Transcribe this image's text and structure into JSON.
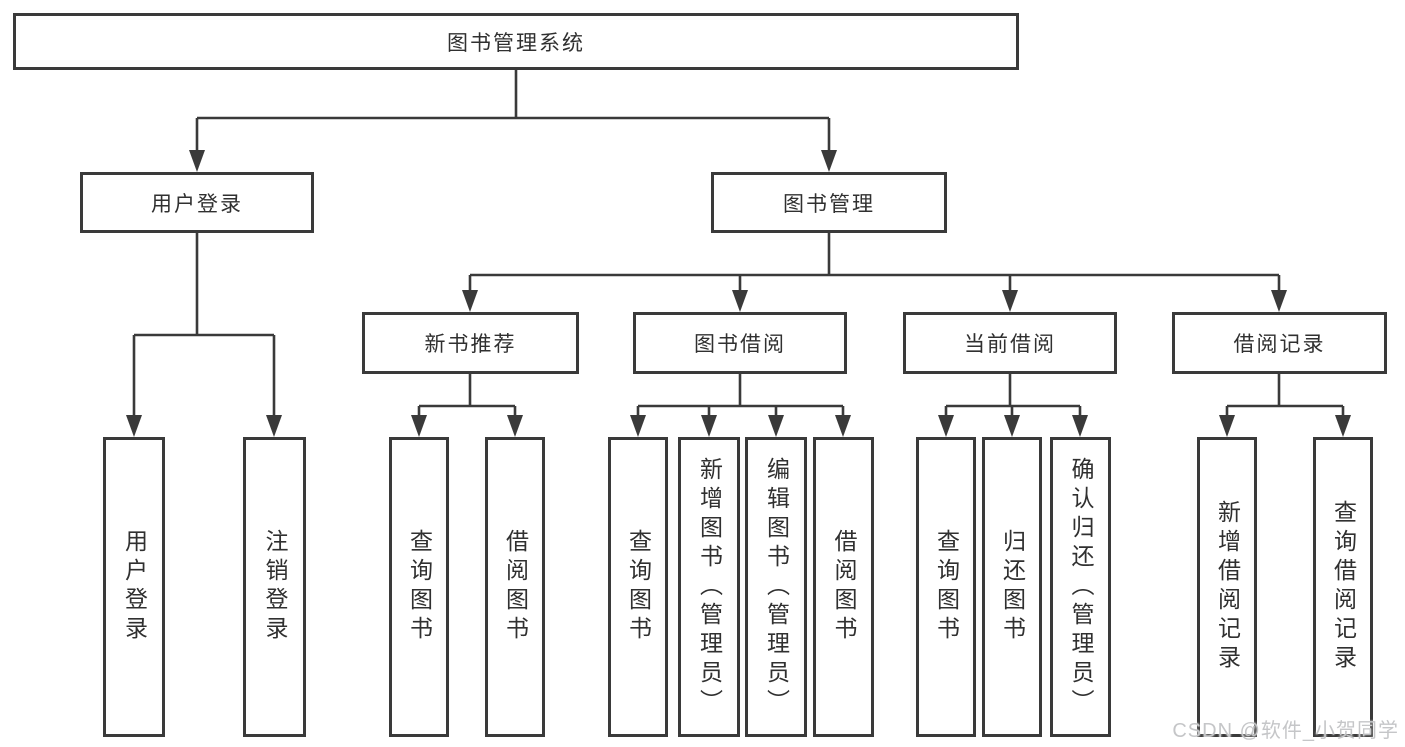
{
  "tree": {
    "label": "图书管理系统",
    "children": [
      {
        "label": "用户登录",
        "children": [
          {
            "label": "用户登录"
          },
          {
            "label": "注销登录"
          }
        ]
      },
      {
        "label": "图书管理",
        "children": [
          {
            "label": "新书推荐",
            "children": [
              {
                "label": "查询图书"
              },
              {
                "label": "借阅图书"
              }
            ]
          },
          {
            "label": "图书借阅",
            "children": [
              {
                "label": "查询图书"
              },
              {
                "label": "新增图书（管理员）"
              },
              {
                "label": "编辑图书（管理员）"
              },
              {
                "label": "借阅图书"
              }
            ]
          },
          {
            "label": "当前借阅",
            "children": [
              {
                "label": "查询图书"
              },
              {
                "label": "归还图书"
              },
              {
                "label": "确认归还（管理员）"
              }
            ]
          },
          {
            "label": "借阅记录",
            "children": [
              {
                "label": "新增借阅记录"
              },
              {
                "label": "查询借阅记录"
              }
            ]
          }
        ]
      }
    ]
  },
  "watermark": {
    "text": "CSDN @软件_小贺同学"
  },
  "colors": {
    "line": "#3a3a3a",
    "box_border": "#3a3a3a",
    "text": "#303030",
    "watermark": "#c5c6c8",
    "background": "#ffffff"
  }
}
